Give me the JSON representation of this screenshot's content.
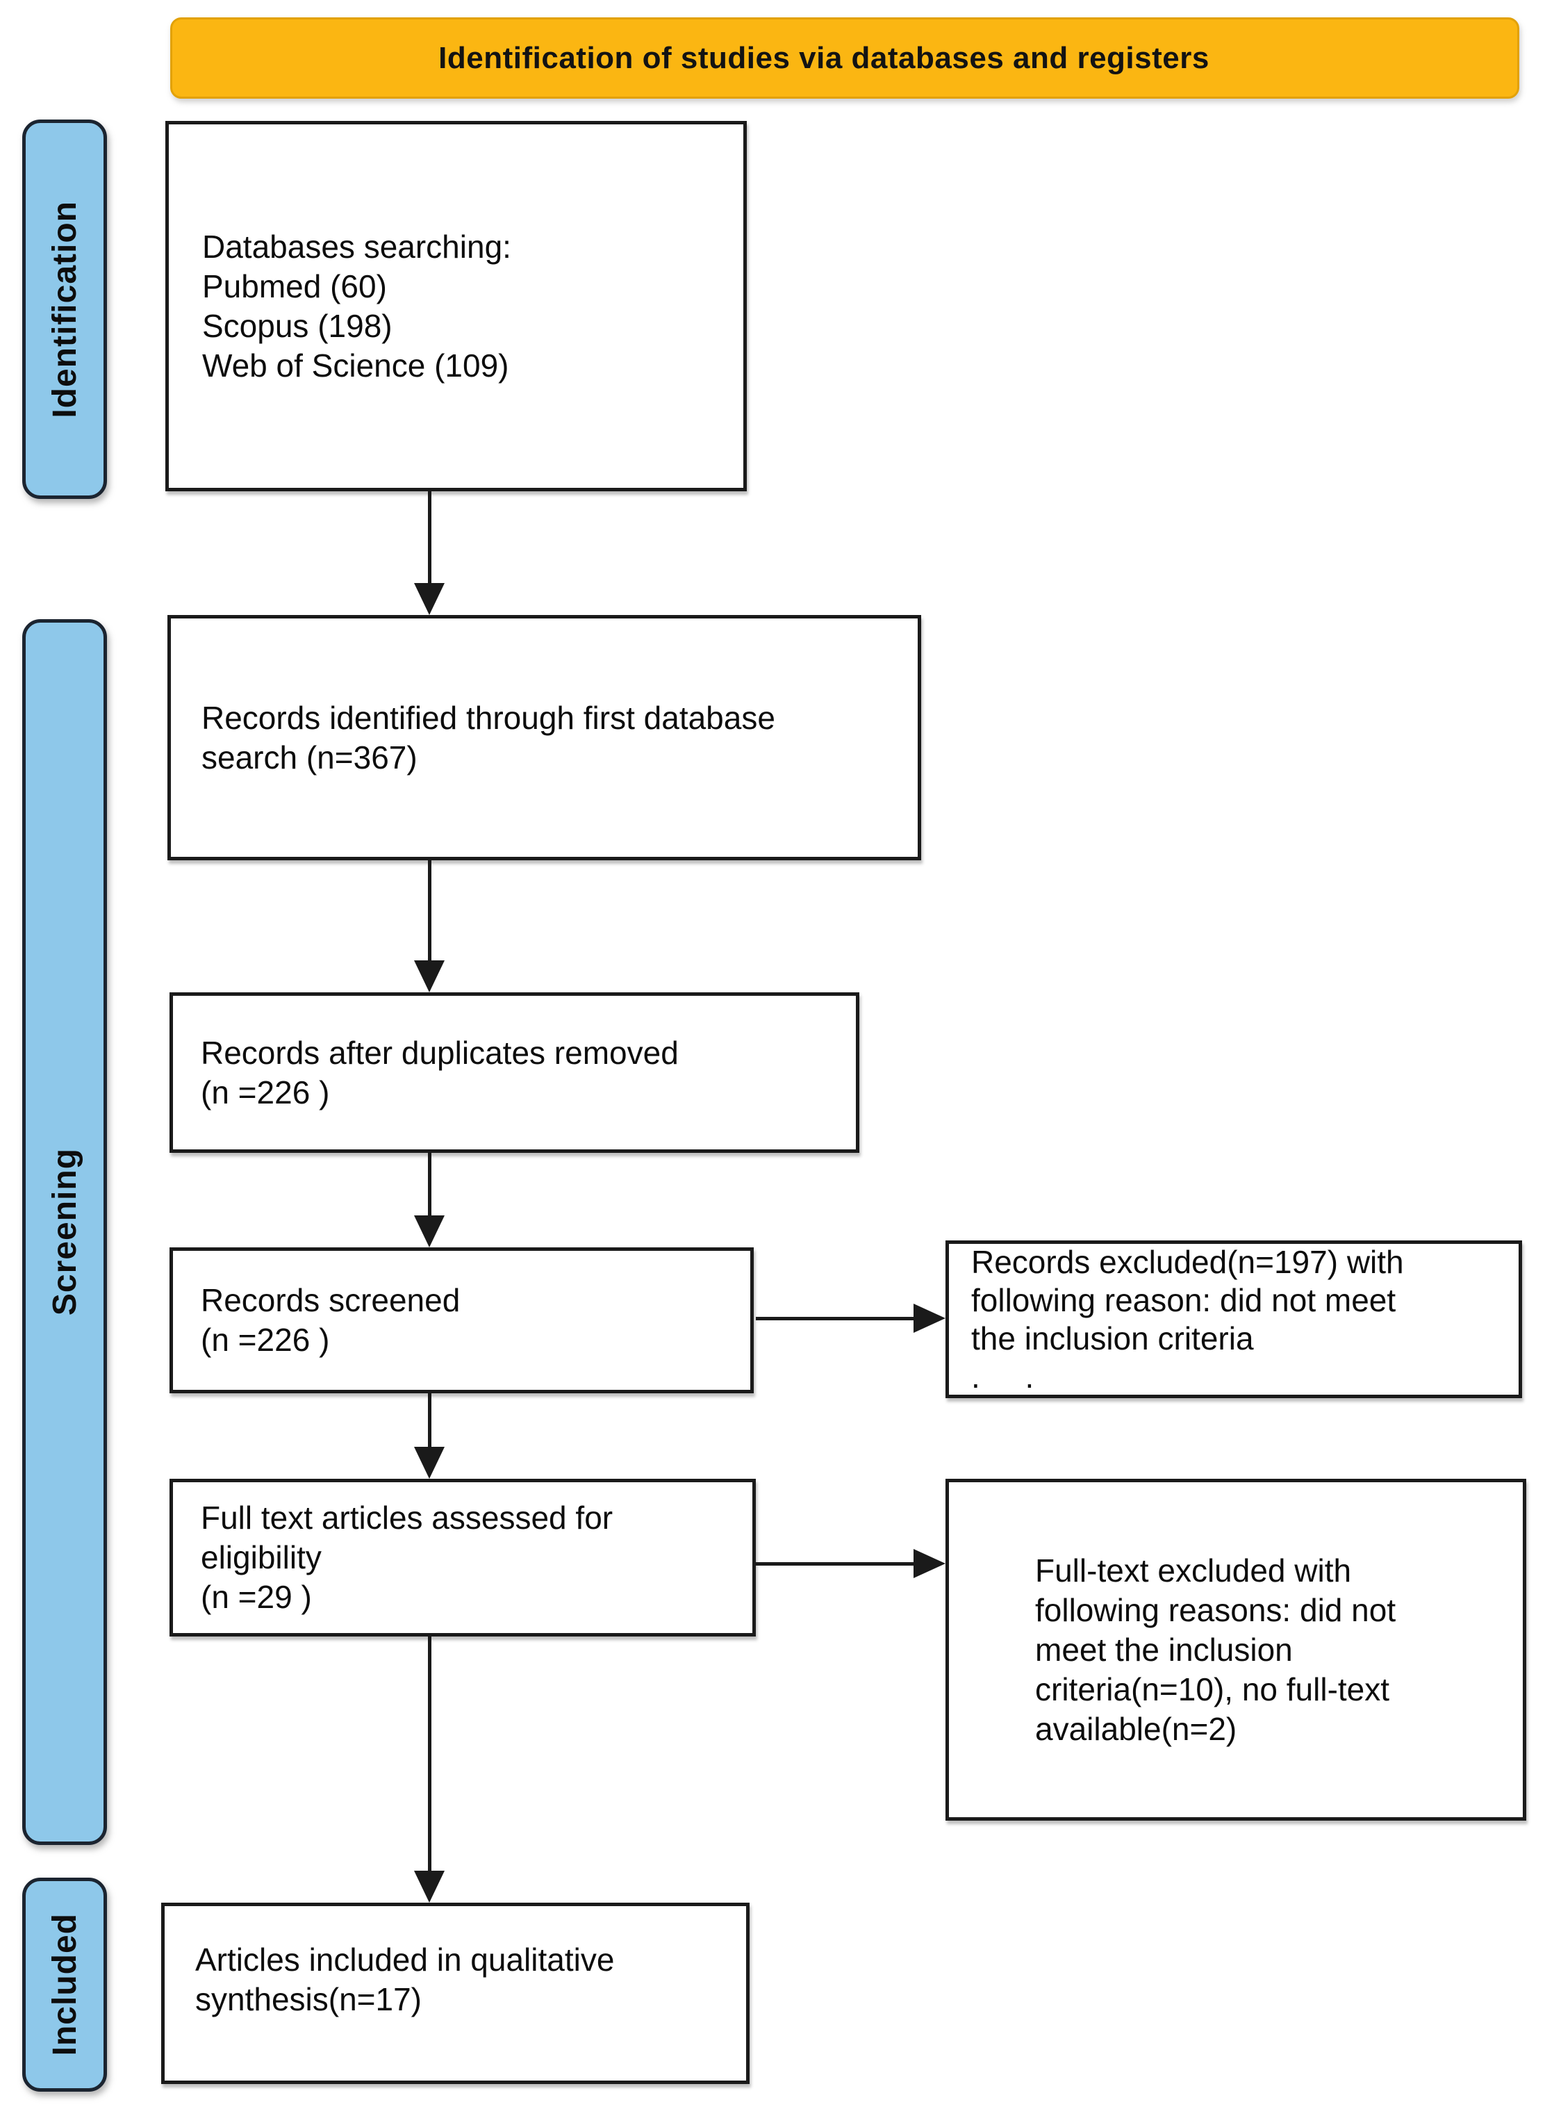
{
  "banner": {
    "title": "Identification of studies via databases and registers"
  },
  "stages": {
    "identification": "Identification",
    "screening": "Screening",
    "included": "Included"
  },
  "boxes": {
    "databases": {
      "lines": [
        "Databases searching:",
        "Pubmed (60)",
        "Scopus (198)",
        "Web of Science (109)"
      ]
    },
    "identified": {
      "lines": [
        "Records identified through first database",
        "search (n=367)"
      ]
    },
    "duplicates": {
      "lines": [
        "Records after duplicates removed",
        "(n =226 )"
      ]
    },
    "screened": {
      "lines": [
        "Records screened",
        "(n =226 )"
      ]
    },
    "fulltext": {
      "lines": [
        "Full text articles assessed for",
        "eligibility",
        "(n =29 )"
      ]
    },
    "included": {
      "lines": [
        "Articles included in qualitative",
        "synthesis(n=17)"
      ]
    },
    "excluded_screening": {
      "lines": [
        "Records excluded(n=197) with",
        "following reason: did not meet",
        "the inclusion criteria",
        ". ."
      ]
    },
    "excluded_fulltext": {
      "lines": [
        "Full-text excluded with",
        "following reasons: did not",
        "meet the inclusion",
        "criteria(n=10), no full-text",
        "available(n=2)"
      ]
    }
  },
  "colors": {
    "banner-bg": "#FBB612",
    "banner-border": "#E2A108",
    "stage-bg": "#8EC8EA",
    "stage-border": "#1B2430",
    "box-border": "#1A1A1A",
    "arrow": "#1A1A1A",
    "text": "#0D0D0D"
  }
}
